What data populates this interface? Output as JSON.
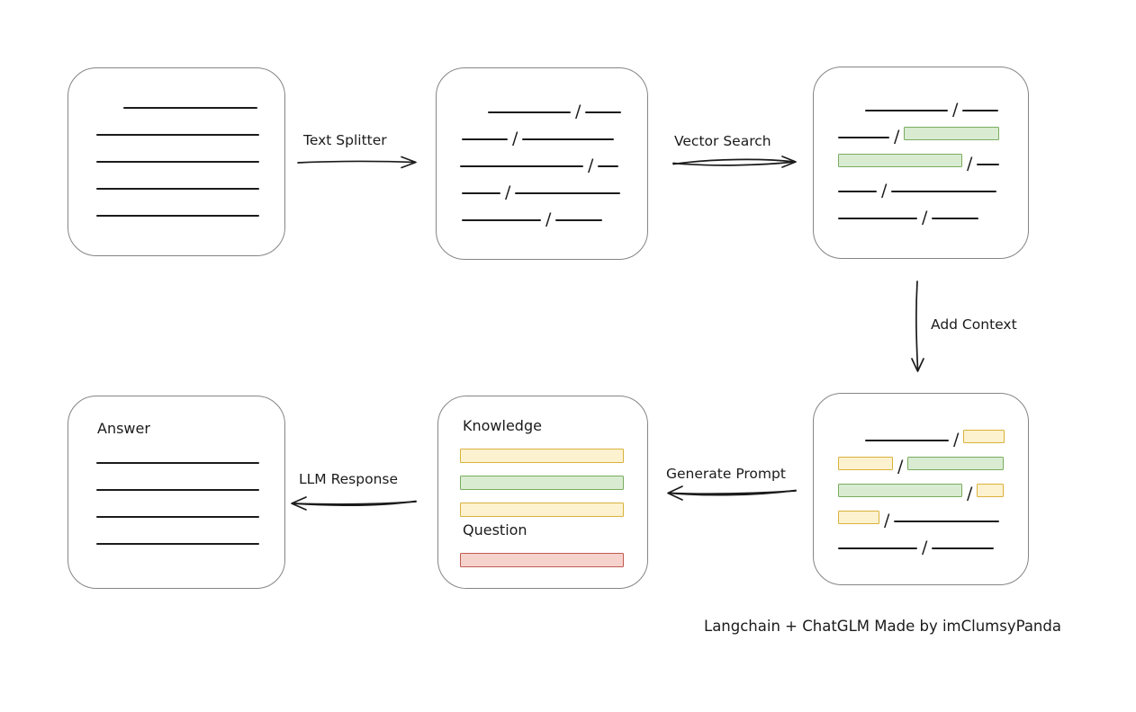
{
  "footer": "Langchain + ChatGLM Made by imClumsyPanda",
  "labels": {
    "text_splitter": "Text Splitter",
    "vector_search": "Vector Search",
    "add_context": "Add Context",
    "generate_prompt": "Generate Prompt",
    "llm_response": "LLM Response"
  },
  "colors": {
    "ink": "#1b1b1b",
    "box_stroke": "#858585",
    "green_fill": "#d9ecd2",
    "green_stroke": "#7aac5f",
    "yellow_fill": "#fdf2d0",
    "yellow_stroke": "#d9b13b",
    "red_fill": "#f6d2cd",
    "red_stroke": "#c05b52"
  },
  "boxes": {
    "document": {
      "rows": [
        {
          "indent": 61,
          "segs": [
            {
              "t": "line",
              "w": 149
            }
          ]
        },
        {
          "indent": 31,
          "segs": [
            {
              "t": "line",
              "w": 181
            }
          ]
        },
        {
          "indent": 31,
          "segs": [
            {
              "t": "line",
              "w": 181
            }
          ]
        },
        {
          "indent": 31,
          "segs": [
            {
              "t": "line",
              "w": 181
            }
          ]
        },
        {
          "indent": 31,
          "segs": [
            {
              "t": "line",
              "w": 181
            }
          ]
        }
      ]
    },
    "chunks": {
      "rows": [
        {
          "indent": 57,
          "segs": [
            {
              "t": "line",
              "w": 92
            },
            {
              "t": "slash"
            },
            {
              "t": "line",
              "w": 40
            }
          ]
        },
        {
          "indent": 28,
          "segs": [
            {
              "t": "line",
              "w": 51
            },
            {
              "t": "slash"
            },
            {
              "t": "line",
              "w": 102
            }
          ]
        },
        {
          "indent": 26,
          "segs": [
            {
              "t": "line",
              "w": 137
            },
            {
              "t": "slash"
            },
            {
              "t": "line",
              "w": 23
            }
          ]
        },
        {
          "indent": 28,
          "segs": [
            {
              "t": "line",
              "w": 43
            },
            {
              "t": "slash"
            },
            {
              "t": "line",
              "w": 117
            }
          ]
        },
        {
          "indent": 28,
          "segs": [
            {
              "t": "line",
              "w": 88
            },
            {
              "t": "slash"
            },
            {
              "t": "line",
              "w": 52
            }
          ]
        }
      ]
    },
    "matched": {
      "rows": [
        {
          "indent": 57,
          "segs": [
            {
              "t": "line",
              "w": 92
            },
            {
              "t": "slash"
            },
            {
              "t": "line",
              "w": 40
            }
          ]
        },
        {
          "indent": 27,
          "segs": [
            {
              "t": "line",
              "w": 57
            },
            {
              "t": "slash"
            },
            {
              "t": "chip",
              "c": "green",
              "w": 106
            }
          ]
        },
        {
          "indent": 27,
          "segs": [
            {
              "t": "chip",
              "c": "green",
              "w": 138
            },
            {
              "t": "slash"
            },
            {
              "t": "line",
              "w": 25
            }
          ]
        },
        {
          "indent": 27,
          "segs": [
            {
              "t": "line",
              "w": 43
            },
            {
              "t": "slash"
            },
            {
              "t": "line",
              "w": 117
            }
          ]
        },
        {
          "indent": 27,
          "segs": [
            {
              "t": "line",
              "w": 88
            },
            {
              "t": "slash"
            },
            {
              "t": "line",
              "w": 52
            }
          ]
        }
      ]
    },
    "context": {
      "rows": [
        {
          "indent": 57,
          "segs": [
            {
              "t": "line",
              "w": 93
            },
            {
              "t": "slash"
            },
            {
              "t": "chip",
              "c": "yellow",
              "w": 46
            }
          ]
        },
        {
          "indent": 27,
          "segs": [
            {
              "t": "chip",
              "c": "yellow",
              "w": 61
            },
            {
              "t": "slash"
            },
            {
              "t": "chip",
              "c": "green",
              "w": 107
            }
          ]
        },
        {
          "indent": 27,
          "segs": [
            {
              "t": "chip",
              "c": "green",
              "w": 138
            },
            {
              "t": "slash"
            },
            {
              "t": "chip",
              "c": "yellow",
              "w": 30
            }
          ]
        },
        {
          "indent": 27,
          "segs": [
            {
              "t": "chip",
              "c": "yellow",
              "w": 46
            },
            {
              "t": "slash"
            },
            {
              "t": "line",
              "w": 117
            }
          ]
        },
        {
          "indent": 27,
          "segs": [
            {
              "t": "line",
              "w": 88
            },
            {
              "t": "slash"
            },
            {
              "t": "line",
              "w": 69
            }
          ]
        }
      ]
    },
    "prompt": {
      "rows": [
        {
          "h": 28,
          "indent": 27,
          "segs": [
            {
              "t": "text",
              "text": "Knowledge"
            }
          ]
        },
        {
          "indent": 24,
          "segs": [
            {
              "t": "chip",
              "c": "yellow",
              "w": 182
            }
          ]
        },
        {
          "indent": 24,
          "segs": [
            {
              "t": "chip",
              "c": "green",
              "w": 182
            }
          ]
        },
        {
          "indent": 24,
          "segs": [
            {
              "t": "chip",
              "c": "yellow",
              "w": 182
            }
          ]
        },
        {
          "h": 26,
          "indent": 27,
          "segs": [
            {
              "t": "text",
              "text": "Question"
            }
          ]
        },
        {
          "indent": 24,
          "segs": [
            {
              "t": "chip",
              "c": "red",
              "w": 182
            }
          ]
        }
      ]
    },
    "answer": {
      "rows": [
        {
          "h": 28,
          "indent": 32,
          "segs": [
            {
              "t": "text",
              "text": "Answer"
            }
          ]
        },
        {
          "indent": 31,
          "segs": [
            {
              "t": "line",
              "w": 181
            }
          ]
        },
        {
          "indent": 31,
          "segs": [
            {
              "t": "line",
              "w": 181
            }
          ]
        },
        {
          "indent": 31,
          "segs": [
            {
              "t": "line",
              "w": 181
            }
          ]
        },
        {
          "indent": 31,
          "segs": [
            {
              "t": "line",
              "w": 181
            }
          ]
        }
      ]
    }
  }
}
